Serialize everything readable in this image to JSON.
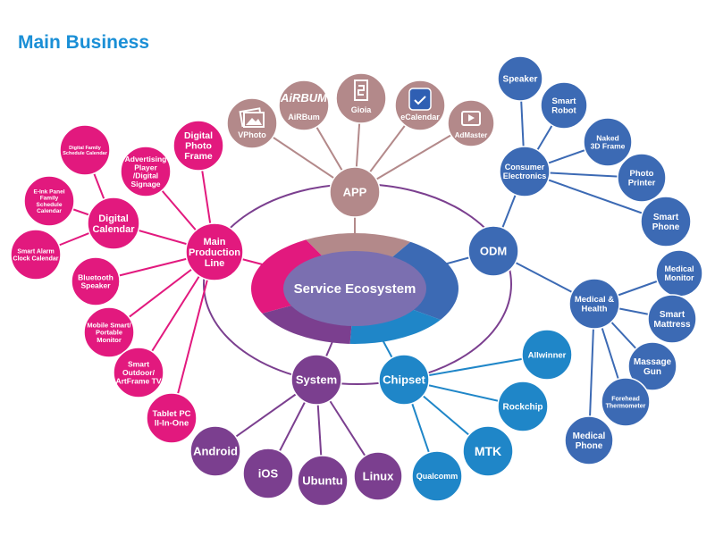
{
  "title": "Main Business",
  "center_label": "Service Ecosystem",
  "colors": {
    "title": "#1a8fd6",
    "production": "#e2197e",
    "app": "#b3898a",
    "odm": "#3c6ab4",
    "chipset": "#1f86c8",
    "system": "#7b3f8f",
    "center_inner": "#7b6fb0"
  },
  "nodes": [
    {
      "id": "app",
      "label": "APP",
      "group": "app",
      "parent": null
    },
    {
      "id": "odm",
      "label": "ODM",
      "group": "odm",
      "parent": null
    },
    {
      "id": "mpl",
      "label": "Main\nProduction\nLine",
      "group": "production",
      "parent": null
    },
    {
      "id": "system",
      "label": "System",
      "group": "system",
      "parent": null
    },
    {
      "id": "chipset",
      "label": "Chipset",
      "group": "chipset",
      "parent": null
    },
    {
      "id": "vphoto",
      "label": "VPhoto",
      "group": "app",
      "parent": "app",
      "icon": "photo-icon"
    },
    {
      "id": "airbum",
      "label": "AiRBum",
      "group": "app",
      "parent": "app",
      "icon": "airbum-logo",
      "logo_text": "AiRBUM"
    },
    {
      "id": "gioia",
      "label": "Gioia",
      "group": "app",
      "parent": "app",
      "icon": "gioia-logo"
    },
    {
      "id": "ecalendar",
      "label": "eCalendar",
      "group": "app",
      "parent": "app",
      "icon": "calendar-icon"
    },
    {
      "id": "admaster",
      "label": "AdMaster",
      "group": "app",
      "parent": "app",
      "icon": "play-icon"
    },
    {
      "id": "dpf",
      "label": "Digital\nPhoto\nFrame",
      "group": "production",
      "parent": "mpl"
    },
    {
      "id": "adv",
      "label": "Advertising\nPlayer\n/Digital\nSignage",
      "group": "production",
      "parent": "mpl"
    },
    {
      "id": "dcal",
      "label": "Digital\nCalendar",
      "group": "production",
      "parent": "mpl"
    },
    {
      "id": "bt",
      "label": "Bluetooth\nSpeaker",
      "group": "production",
      "parent": "mpl"
    },
    {
      "id": "mobile",
      "label": "Mobile Smart/\nPortable\nMonitor",
      "group": "production",
      "parent": "mpl"
    },
    {
      "id": "outdoor",
      "label": "Smart\nOutdoor/\nArtFrame TV",
      "group": "production",
      "parent": "mpl"
    },
    {
      "id": "tablet",
      "label": "Tablet PC\nll-In-One",
      "group": "production",
      "parent": "mpl"
    },
    {
      "id": "dfsc",
      "label": "Digital Family\nSchedule Calendar",
      "group": "production",
      "parent": "dcal"
    },
    {
      "id": "eink",
      "label": "E-Ink Panel\nFamily\nSchedule\nCalendar",
      "group": "production",
      "parent": "dcal"
    },
    {
      "id": "alarm",
      "label": "Smart Alarm\nClock Calendar",
      "group": "production",
      "parent": "dcal"
    },
    {
      "id": "ce",
      "label": "Consumer\nElectronics",
      "group": "odm",
      "parent": "odm"
    },
    {
      "id": "mh",
      "label": "Medical &\nHealth",
      "group": "odm",
      "parent": "odm"
    },
    {
      "id": "speaker",
      "label": "Speaker",
      "group": "odm",
      "parent": "ce"
    },
    {
      "id": "robot",
      "label": "Smart\nRobot",
      "group": "odm",
      "parent": "ce"
    },
    {
      "id": "naked",
      "label": "Naked\n3D Frame",
      "group": "odm",
      "parent": "ce"
    },
    {
      "id": "printer",
      "label": "Photo\nPrinter",
      "group": "odm",
      "parent": "ce"
    },
    {
      "id": "phone",
      "label": "Smart\nPhone",
      "group": "odm",
      "parent": "ce"
    },
    {
      "id": "monitor",
      "label": "Medical\nMonitor",
      "group": "odm",
      "parent": "mh"
    },
    {
      "id": "mattress",
      "label": "Smart\nMattress",
      "group": "odm",
      "parent": "mh"
    },
    {
      "id": "massage",
      "label": "Massage\nGun",
      "group": "odm",
      "parent": "mh"
    },
    {
      "id": "thermo",
      "label": "Forehead\nThermometer",
      "group": "odm",
      "parent": "mh"
    },
    {
      "id": "medphone",
      "label": "Medical\nPhone",
      "group": "odm",
      "parent": "mh"
    },
    {
      "id": "android",
      "label": "Android",
      "group": "system",
      "parent": "system"
    },
    {
      "id": "ios",
      "label": "iOS",
      "group": "system",
      "parent": "system"
    },
    {
      "id": "ubuntu",
      "label": "Ubuntu",
      "group": "system",
      "parent": "system"
    },
    {
      "id": "linux",
      "label": "Linux",
      "group": "system",
      "parent": "system"
    },
    {
      "id": "allwinner",
      "label": "Allwinner",
      "group": "chipset",
      "parent": "chipset"
    },
    {
      "id": "rockchip",
      "label": "Rockchip",
      "group": "chipset",
      "parent": "chipset"
    },
    {
      "id": "mtk",
      "label": "MTK",
      "group": "chipset",
      "parent": "chipset"
    },
    {
      "id": "qualcomm",
      "label": "Qualcomm",
      "group": "chipset",
      "parent": "chipset"
    }
  ]
}
